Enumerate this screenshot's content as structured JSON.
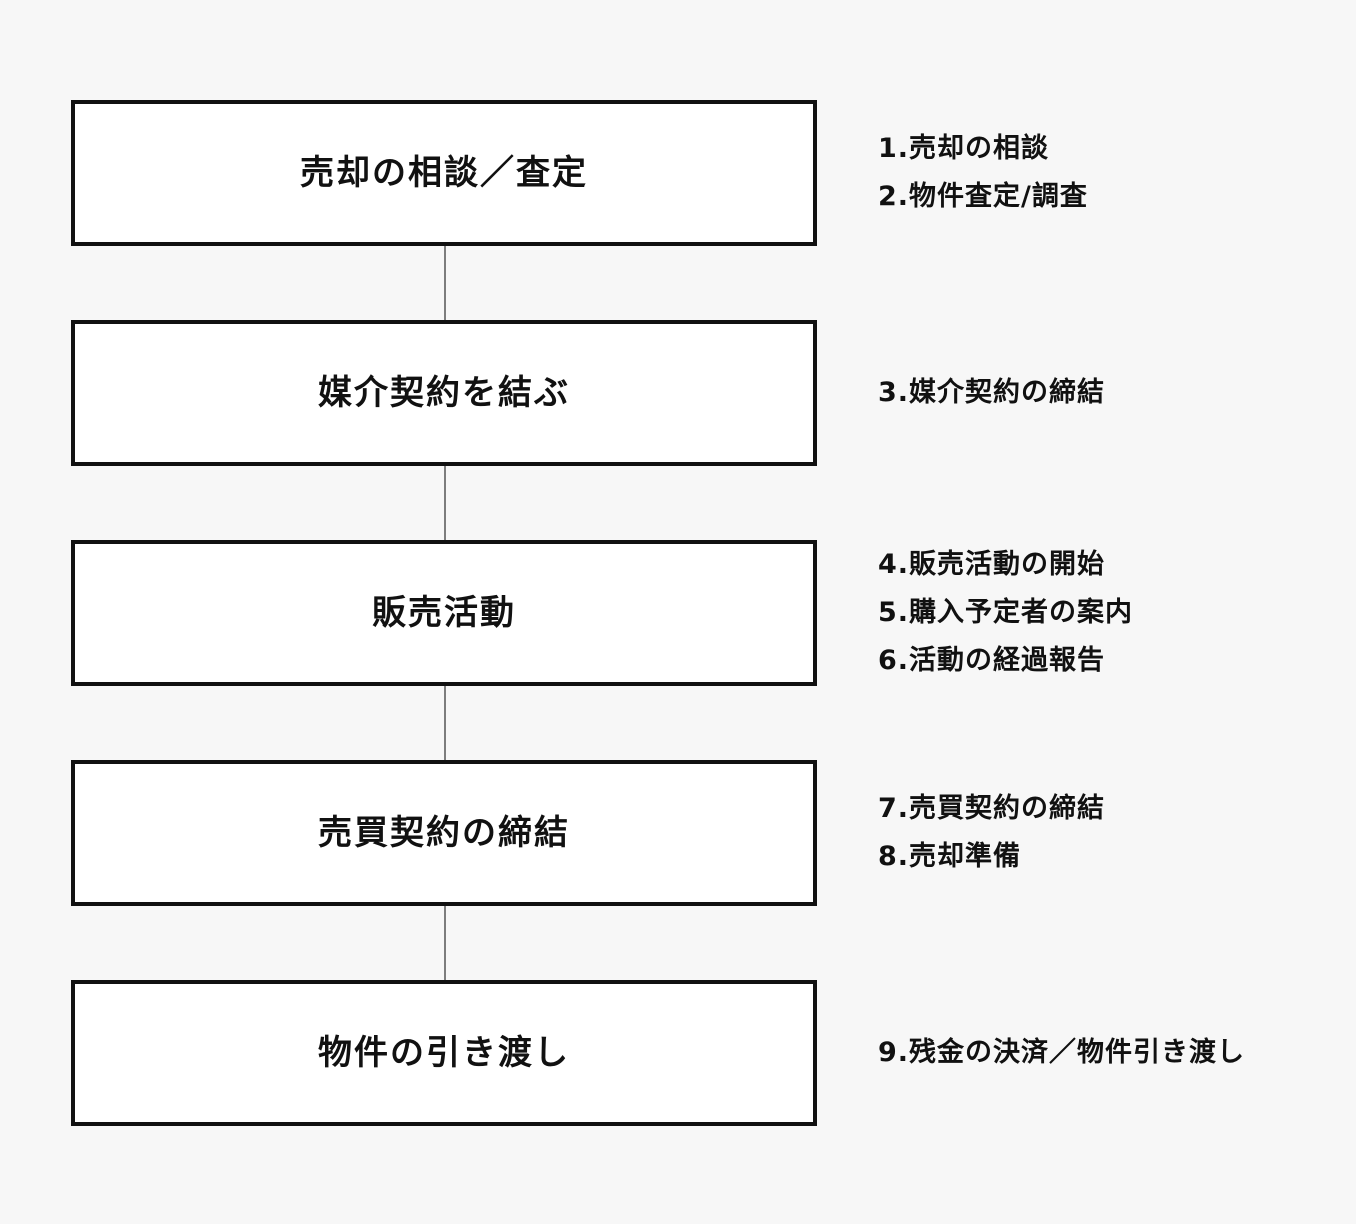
{
  "steps": [
    {
      "title": "売却の相談／査定",
      "notes": [
        "1.売却の相談",
        "2.物件査定/調査"
      ]
    },
    {
      "title": "媒介契約を結ぶ",
      "notes": [
        "3.媒介契約の締結"
      ]
    },
    {
      "title": "販売活動",
      "notes": [
        "4.販売活動の開始",
        "5.購入予定者の案内",
        "6.活動の経過報告"
      ]
    },
    {
      "title": "売買契約の締結",
      "notes": [
        "7.売買契約の締結",
        "8.売却準備"
      ]
    },
    {
      "title": "物件の引き渡し",
      "notes": [
        "9.残金の決済／物件引き渡し"
      ]
    }
  ],
  "colors": {
    "background": "#f7f7f7",
    "box_fill": "#ffffff",
    "box_border": "#111111",
    "connector": "#7d7d7d",
    "text": "#111111"
  }
}
